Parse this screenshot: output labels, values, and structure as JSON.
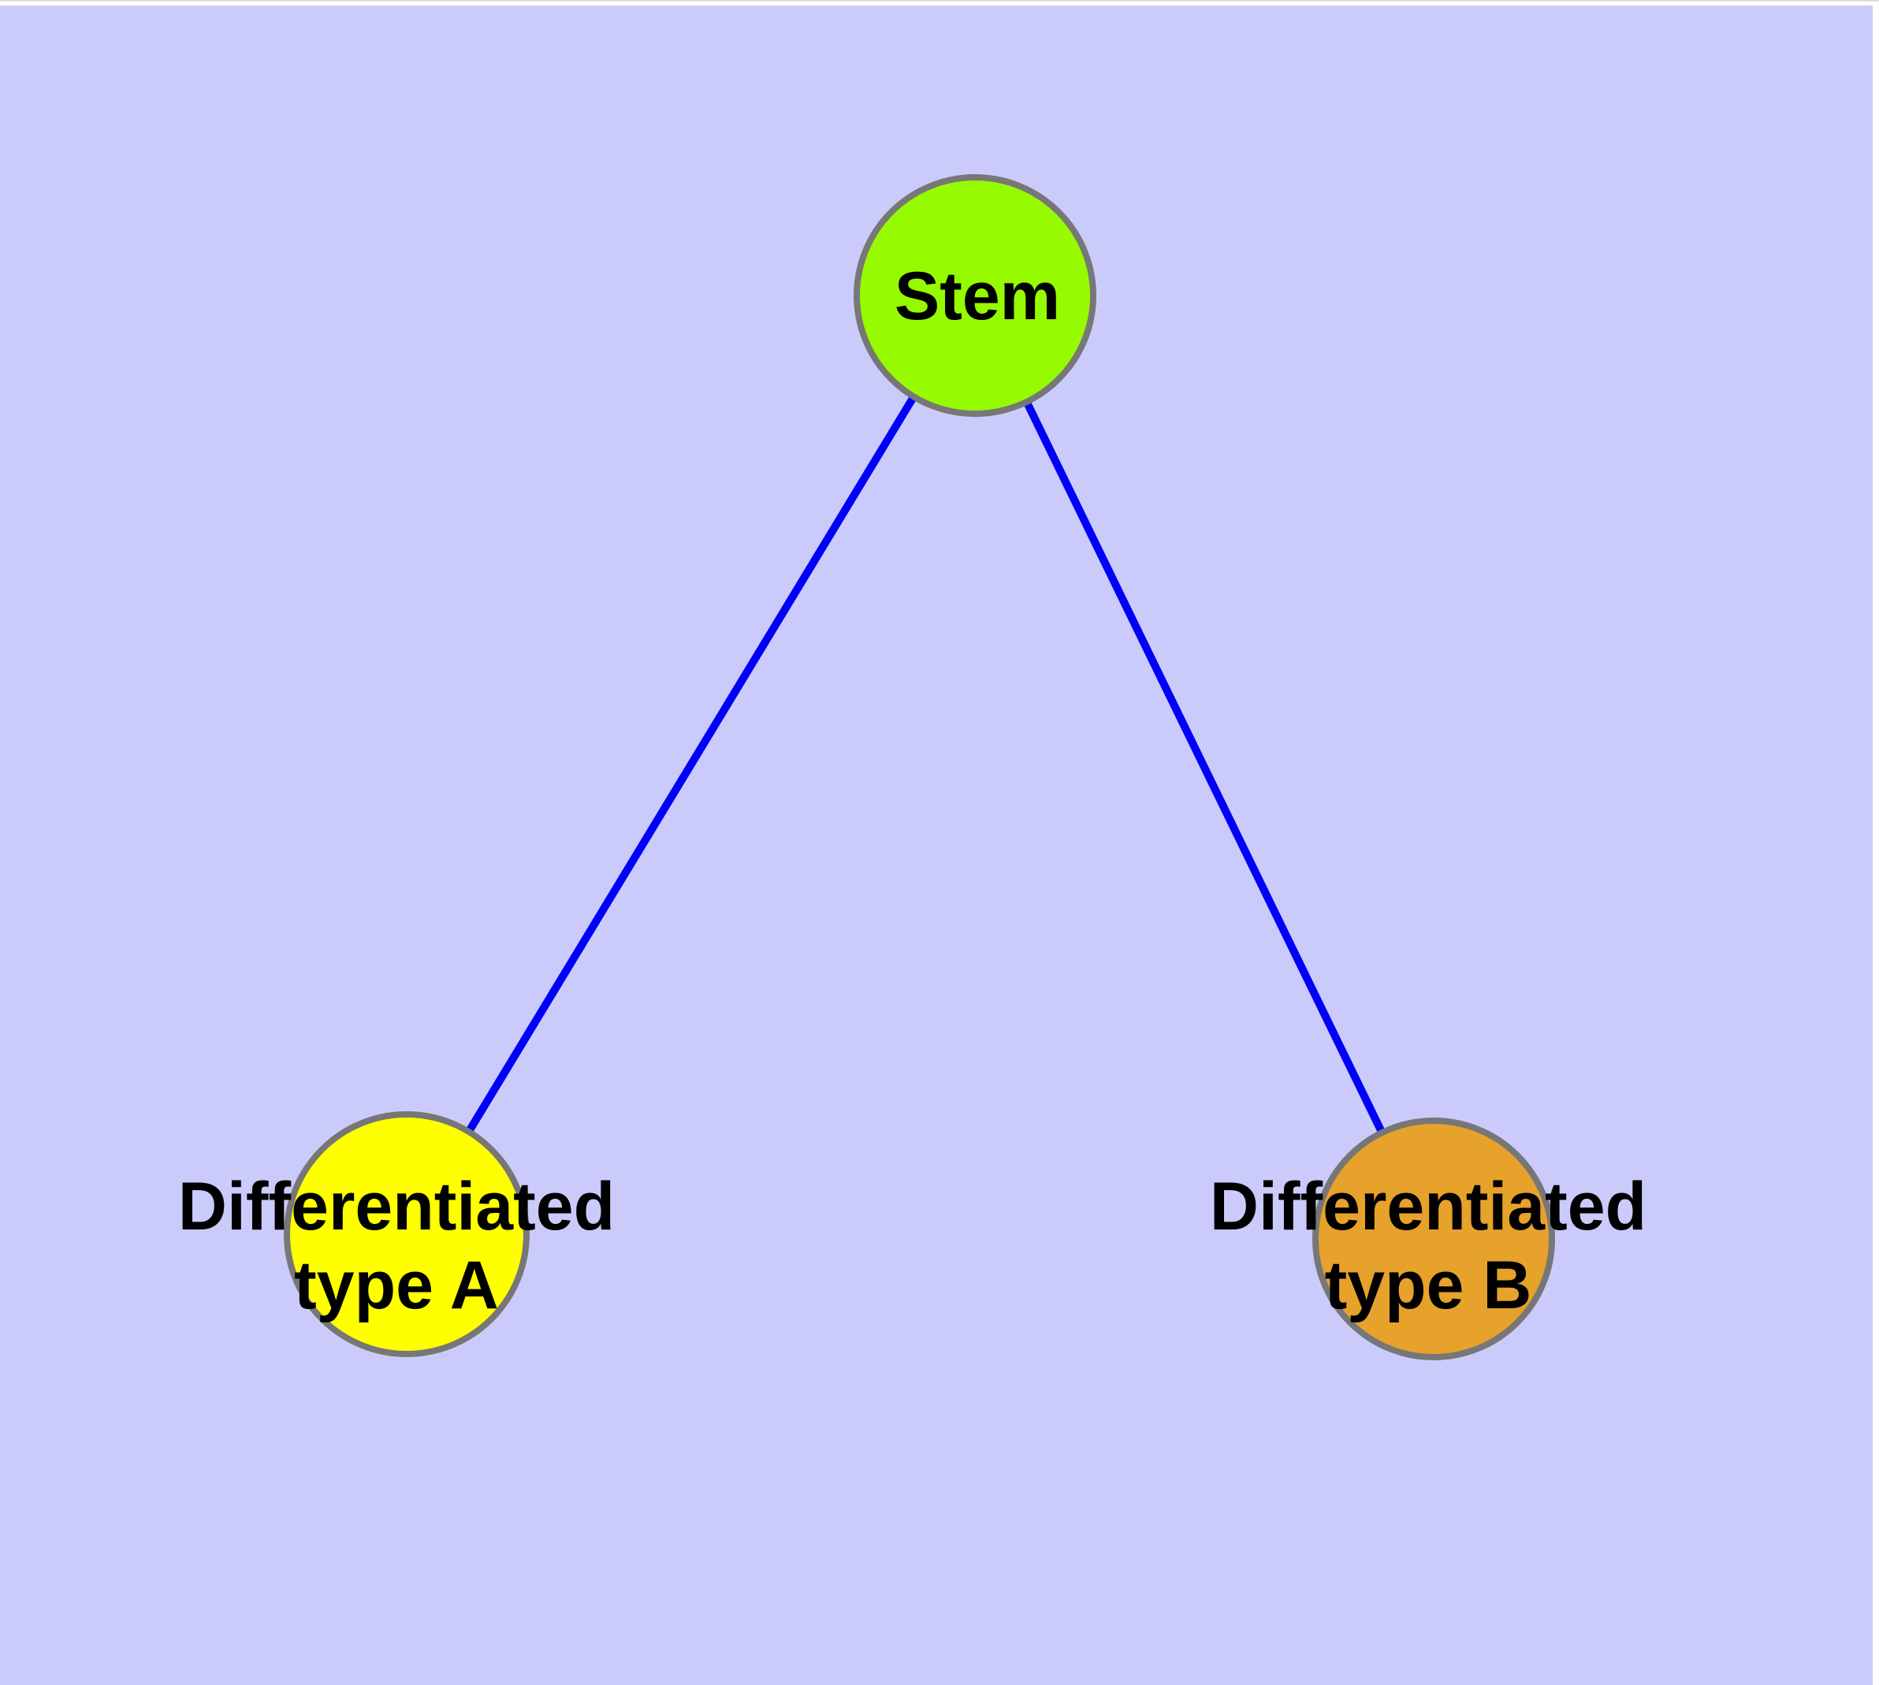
{
  "diagram": {
    "background_color": "#CBCBFB",
    "frame_color": "#FFFFFF",
    "frame_top_line_color": "#DEDEDE",
    "edge_color": "#0000F8",
    "node_border_color": "#777777",
    "label_text_color": "#000000",
    "nodes": [
      {
        "id": "stem",
        "label": "Stem",
        "fill": "#96FA00"
      },
      {
        "id": "diff-a",
        "label": "Differentiated type A",
        "label_line1": "Differentiated",
        "label_line2": "type A",
        "fill": "#FFFF00"
      },
      {
        "id": "diff-b",
        "label": "Differentiated type B",
        "label_line1": "Differentiated",
        "label_line2": "type B",
        "fill": "#E6A22B"
      }
    ],
    "edges": [
      {
        "from": "stem",
        "to": "diff-a"
      },
      {
        "from": "stem",
        "to": "diff-b"
      }
    ]
  }
}
